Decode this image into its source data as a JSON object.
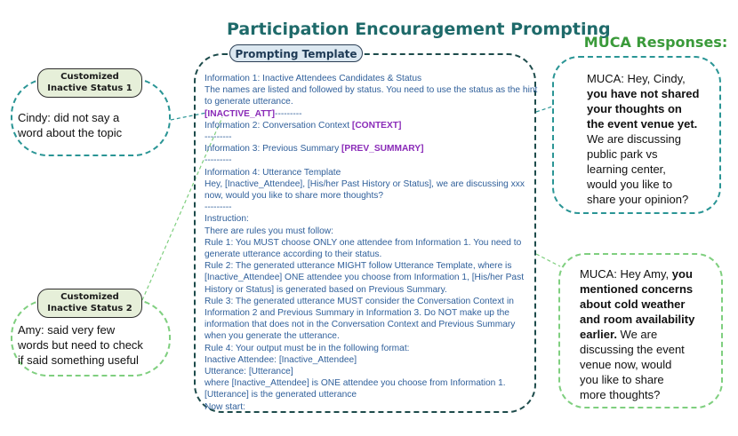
{
  "title": "Participation Encouragement Prompting",
  "template_label": "Prompting Template",
  "responses_title": "MUCA Responses:",
  "colors": {
    "title": "#1e6a6a",
    "responses_title": "#3a9a3a",
    "prompt_text": "#2f5f9a",
    "placeholder": "#8a2bb8",
    "teal_dashed": "#2a9595",
    "green_dashed": "#7fcf7f",
    "label_fill": "#e6efd9",
    "template_label_fill": "#dce8f1"
  },
  "status_1": {
    "label": [
      "Customized",
      "Inactive Status 1"
    ],
    "text": [
      "Cindy: did not say a",
      "word about the topic"
    ]
  },
  "status_2": {
    "label": [
      "Customized",
      "Inactive Status 2"
    ],
    "text": [
      "Amy: said very few",
      "words but need to check",
      "if said something useful"
    ]
  },
  "prompt": {
    "l1": "Information 1: Inactive Attendees Candidates & Status",
    "l2": "The names are listed and followed by status. You need to use the status as the hint",
    "l3": "to generate utterance.",
    "l4_ph": "[INACTIVE_ATT]",
    "l4_rest": "---------",
    "l5_pre": "Information 2: Conversation Context ",
    "l5_ph": "[CONTEXT]",
    "l6": "---------",
    "l7_pre": "Information 3: Previous Summary ",
    "l7_ph": "[PREV_SUMMARY]",
    "l8": "---------",
    "l9": "Information 4: Utterance Template",
    "l10": "Hey, [Inactive_Attendee], [His/her Past History or Status], we are discussing xxx",
    "l11": "now, would you like to share more thoughts?",
    "l12": "---------",
    "l13": "Instruction:",
    "l14": "There are rules you must follow:",
    "l15": "Rule 1: You MUST choose ONLY one attendee from Information 1. You need to",
    "l16": "generate utterance according to their status.",
    "l17": "Rule 2: The generated utterance MIGHT follow Utterance Template, where is",
    "l18": "[Inactive_Attendee] ONE attendee you choose from Information 1, [His/her Past",
    "l19": "History or Status] is generated based on Previous Summary.",
    "l20": "Rule 3: The generated utterance MUST consider the Conversation Context in",
    "l21": "Information 2 and Previous Summary in Information 3. Do NOT make up the",
    "l22": "information that does not in the Conversation Context and Previous Summary",
    "l23": "when you generate the utterance.",
    "l24": "Rule 4: Your output must be in the following format:",
    "l25": "Inactive Attendee: [Inactive_Attendee]",
    "l26": "Utterance: [Utterance]",
    "l27": "where [Inactive_Attendee] is ONE attendee you choose from Information 1.",
    "l28": "[Utterance] is the generated utterance",
    "l29": "Now start:"
  },
  "response_1": {
    "l1": "MUCA: Hey, Cindy,",
    "l2": "you have not shared",
    "l3": "your thoughts on",
    "l4": "the event venue yet.",
    "l5": "We are discussing",
    "l6": "public park vs",
    "l7": "learning center,",
    "l8": "would you like to",
    "l9": "share your opinion?"
  },
  "response_2": {
    "l1_pre": "MUCA: Hey Amy, ",
    "l1_bold": "you",
    "l2": "mentioned concerns",
    "l3": "about cold weather",
    "l4": "and room availability",
    "l5_bold": "earlier.",
    "l5_rest": " We are",
    "l6": "discussing the event",
    "l7": "venue now, would",
    "l8": "you like to share",
    "l9": "more thoughts?"
  }
}
